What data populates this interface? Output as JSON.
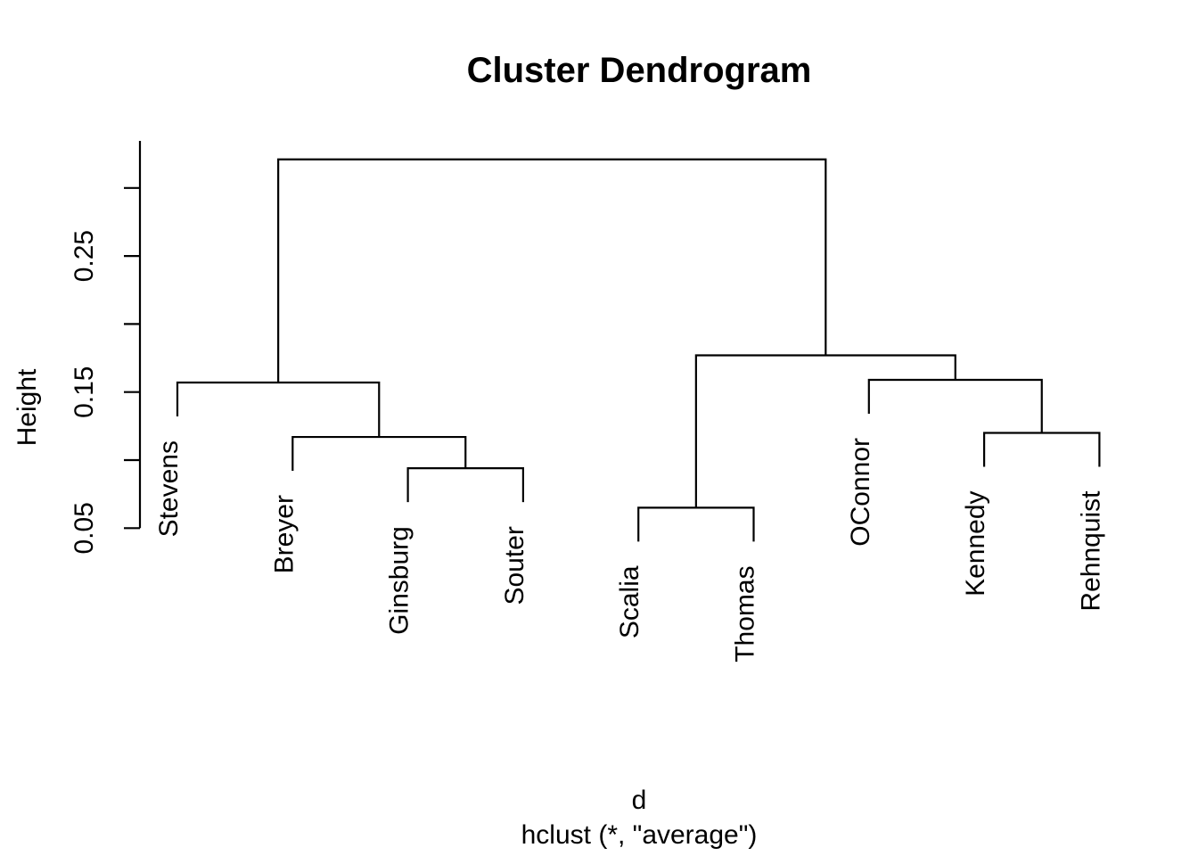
{
  "title": "Cluster Dendrogram",
  "y_axis": {
    "label": "Height",
    "ticks": [
      0.05,
      0.1,
      0.15,
      0.2,
      0.25,
      0.3
    ],
    "labeled_ticks": [
      {
        "value": 0.05,
        "label": "0.05"
      },
      {
        "value": 0.15,
        "label": "0.15"
      },
      {
        "value": 0.25,
        "label": "0.25"
      }
    ]
  },
  "x_axis": {
    "label": "d",
    "sub_label": "hclust (*, \"average\")"
  },
  "colors": {
    "line": "#000000",
    "text": "#000000",
    "background": "#ffffff"
  },
  "chart_data": {
    "type": "dendrogram",
    "title": "Cluster Dendrogram",
    "ylabel": "Height",
    "xlabel": "d",
    "method_caption": "hclust (*, \"average\")",
    "ylim": [
      0.05,
      0.3
    ],
    "hang": 0.025,
    "leaves": [
      "Stevens",
      "Breyer",
      "Ginsburg",
      "Souter",
      "Scalia",
      "Thomas",
      "OConnor",
      "Kennedy",
      "Rehnquist"
    ],
    "merges": [
      {
        "id": "m3",
        "children": [
          "Ginsburg",
          "Souter"
        ],
        "height": 0.094
      },
      {
        "id": "m2",
        "children": [
          "Breyer",
          "m3"
        ],
        "height": 0.117
      },
      {
        "id": "m1",
        "children": [
          "Stevens",
          "m2"
        ],
        "height": 0.157
      },
      {
        "id": "m4",
        "children": [
          "Scalia",
          "Thomas"
        ],
        "height": 0.065
      },
      {
        "id": "m5",
        "children": [
          "Kennedy",
          "Rehnquist"
        ],
        "height": 0.12
      },
      {
        "id": "m6",
        "children": [
          "OConnor",
          "m5"
        ],
        "height": 0.159
      },
      {
        "id": "m7",
        "children": [
          "m4",
          "m6"
        ],
        "height": 0.177
      },
      {
        "id": "root",
        "children": [
          "m1",
          "m7"
        ],
        "height": 0.321
      }
    ]
  }
}
